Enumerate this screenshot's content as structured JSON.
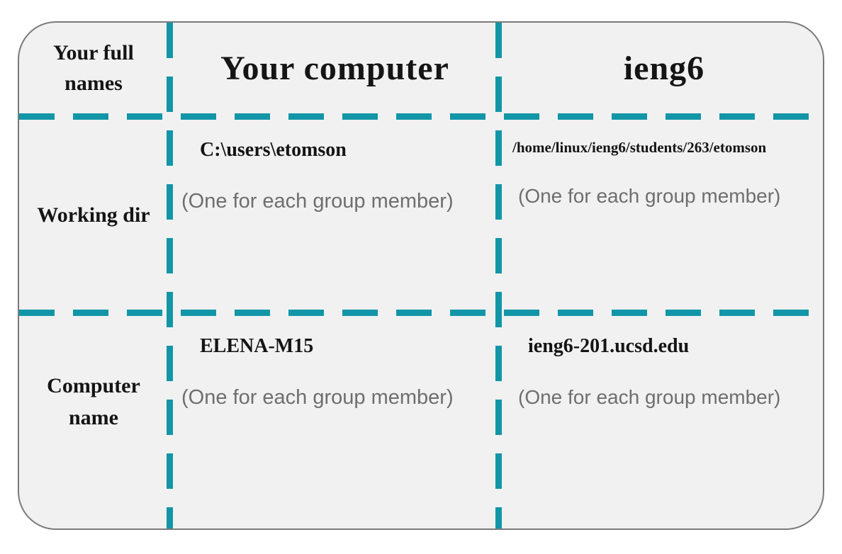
{
  "table": {
    "corner_label": "Your full names",
    "columns": [
      {
        "header": "Your computer"
      },
      {
        "header": "ieng6"
      }
    ],
    "rows": [
      {
        "label": "Working dir",
        "cells": [
          {
            "value": "C:\\users\\etomson",
            "note": "(One for each group member)"
          },
          {
            "value": "/home/linux/ieng6/students/263/etomson",
            "note": "(One for each group member)"
          }
        ]
      },
      {
        "label": "Computer name",
        "cells": [
          {
            "value": "ELENA-M15",
            "note": "(One for each group member)"
          },
          {
            "value": "ieng6-201.ucsd.edu",
            "note": "(One for each group member)"
          }
        ]
      }
    ]
  },
  "colors": {
    "accent_teal": "#1296A7",
    "card_background": "#F1F1F1",
    "border_gray": "#7A7A7A",
    "note_gray": "#6E6E6E",
    "text_black": "#151515"
  }
}
